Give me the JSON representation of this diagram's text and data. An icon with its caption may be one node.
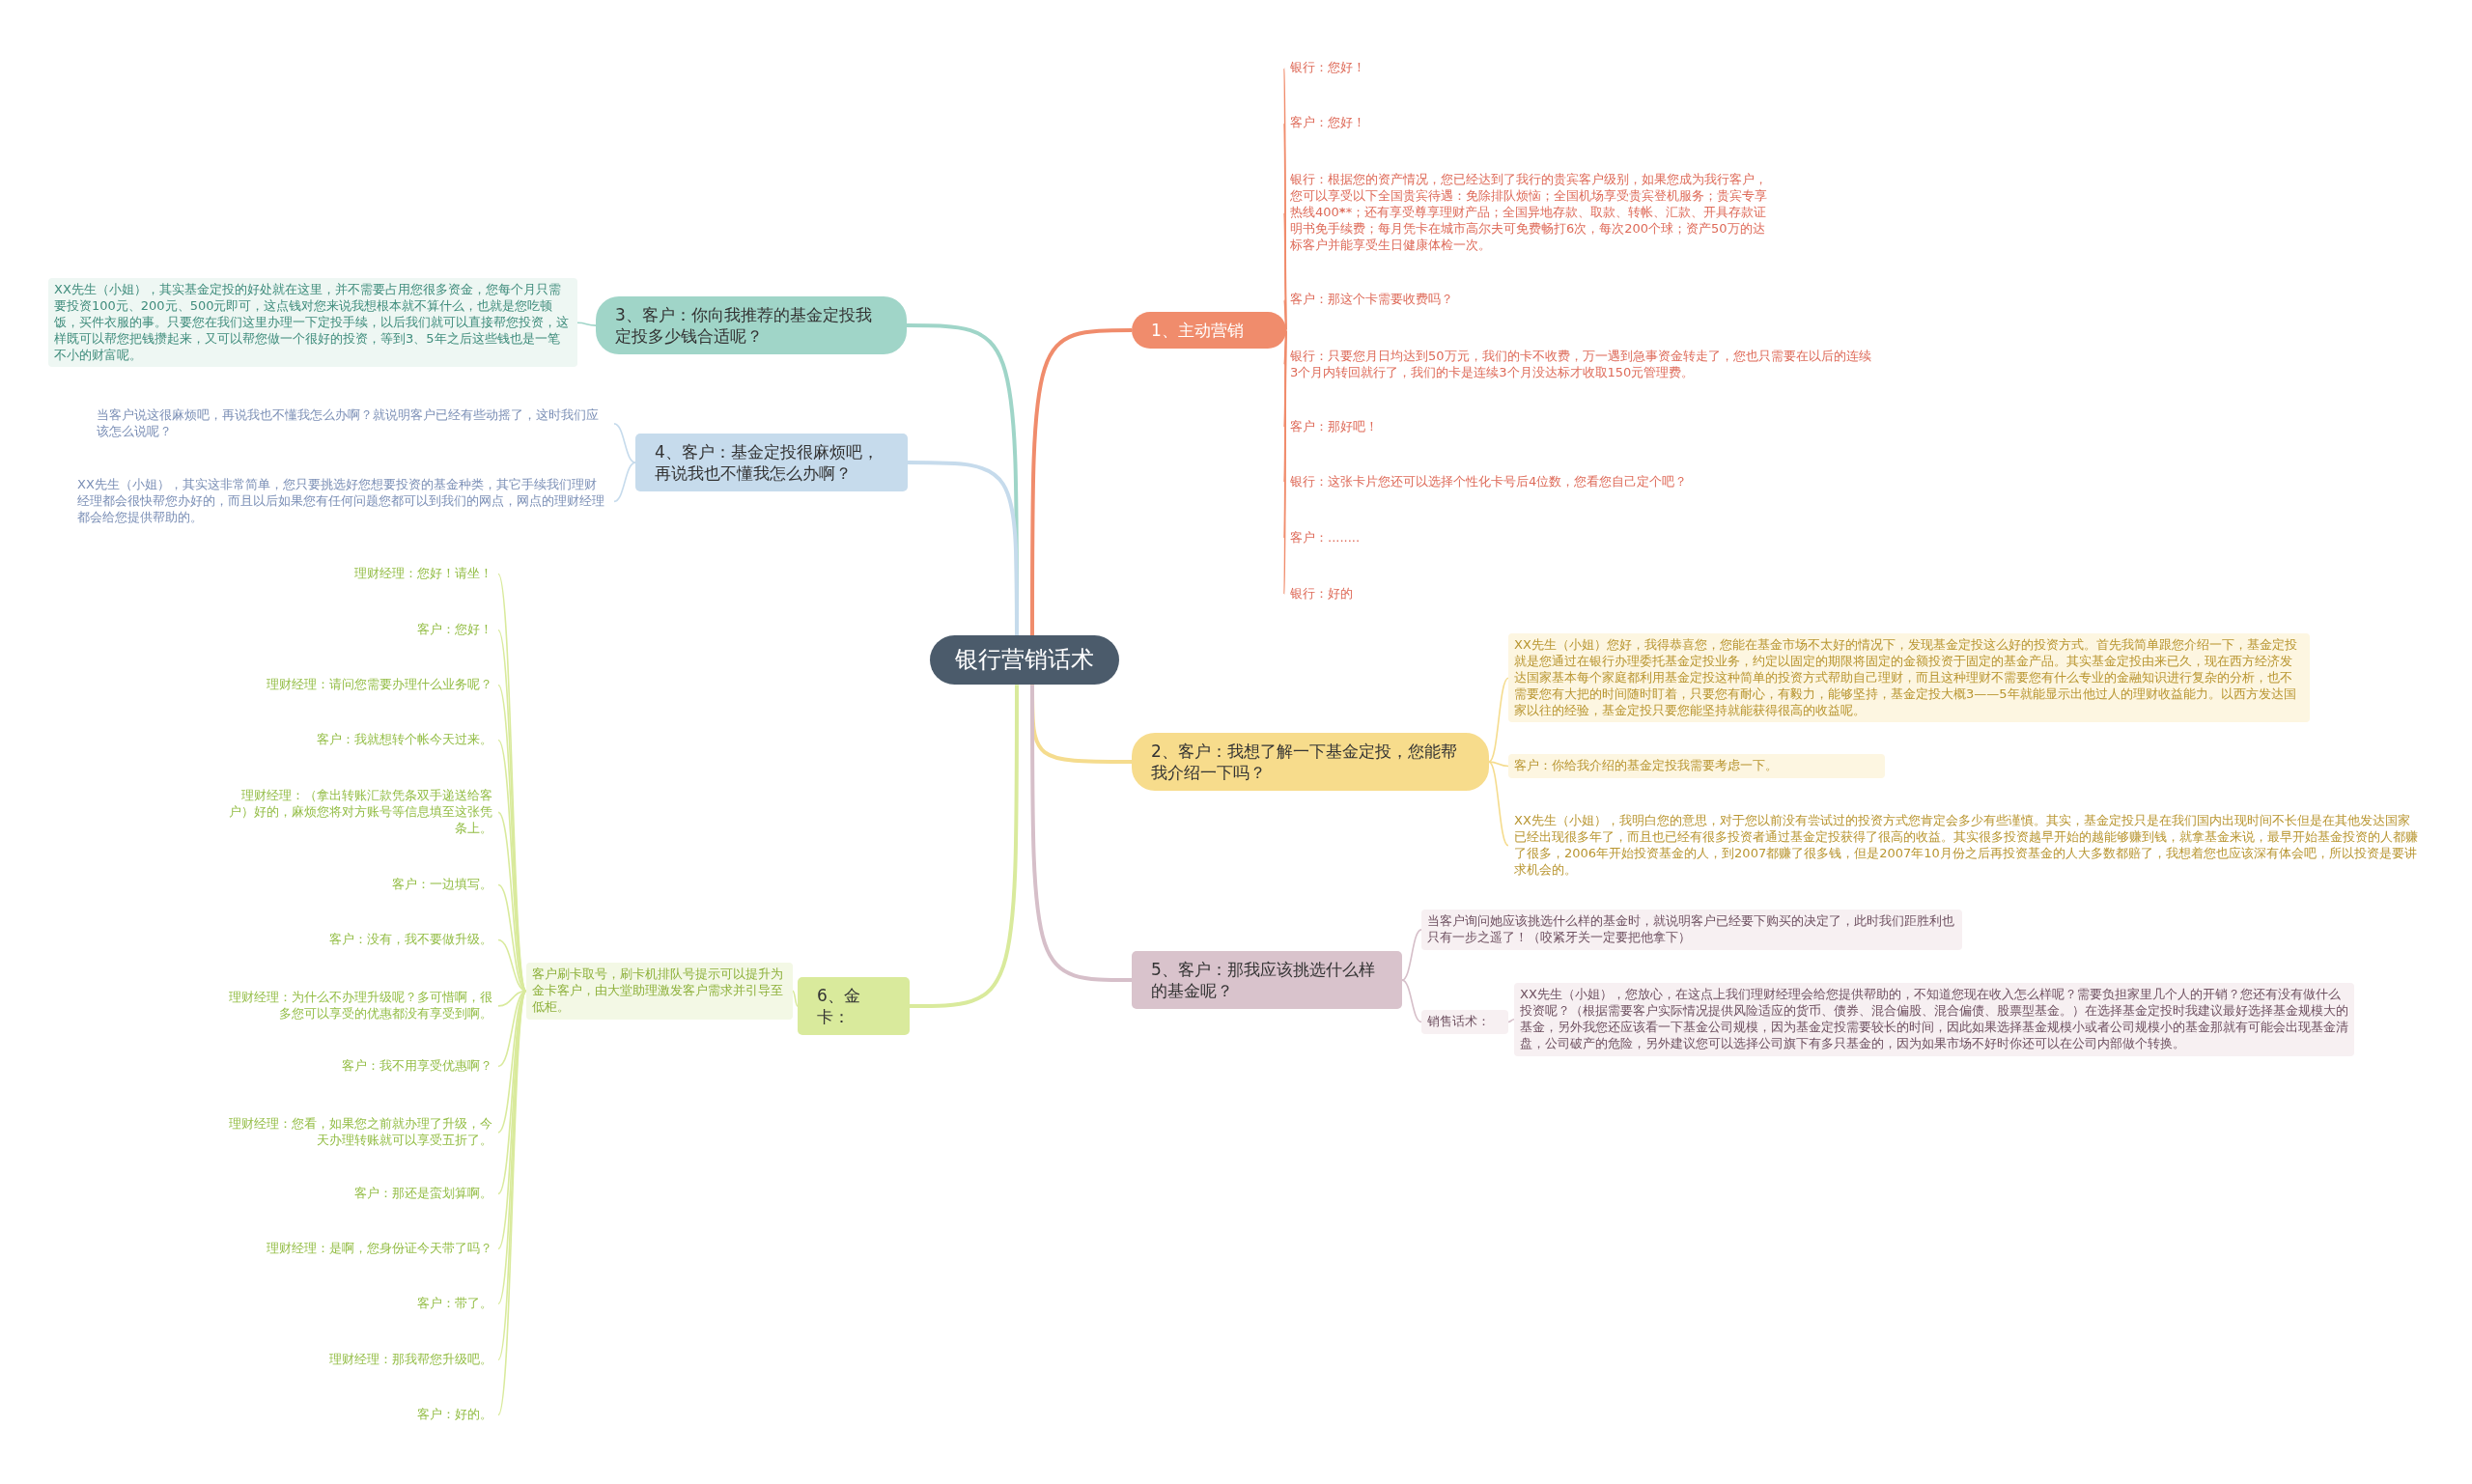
{
  "diagram": {
    "nodes": [
      {
        "text": [
          "银行营销话术"
        ]
      },
      {
        "text": [
          "1、主动营销"
        ]
      },
      {
        "text": [
          "银行：您好！"
        ]
      },
      {
        "text": [
          "客户：您好！"
        ]
      },
      {
        "text": [
          "银行：根据您的资产情况，您已经达到了我行的贵宾客户级别，如果您成为我行客户，您可以享受以下全国贵宾待遇：免除排队烦恼；全国机场享受贵宾登机服务；贵宾专享热线400******；还有享受尊享理财产品；全国异地存款、取款、转帐、汇款、开具存款证明书免手续费；每月凭卡在城市高尔夫可免费畅打6次，每次200个球；资产50万的达标客户并能享受生日健康体检一次。"
        ]
      },
      {
        "text": [
          "客户：那这个卡需要收费吗？"
        ]
      },
      {
        "text": [
          "银行：只要您月日均达到50万元，我们的卡不收费，万一遇到急事资金转走了，您也只需要在以后的连续3个月内转回就行了，我们的卡是连续3个月没达标才收取150元管理费。"
        ]
      },
      {
        "text": [
          "客户：那好吧！"
        ]
      },
      {
        "text": [
          "银行：这张卡片您还可以选择个性化卡号后4位数，您看您自己定个吧？"
        ]
      },
      {
        "text": [
          "客户：........"
        ]
      },
      {
        "text": [
          "银行：好的"
        ]
      },
      {
        "text": [
          "2、客户：我想了解一下基金定投，您能帮我介绍一下吗？"
        ]
      },
      {
        "text": [
          "XX先生（小姐）您好，我得恭喜您，您能在基金市场不太好的情况下，发现基金定投这么好的投资方式。首先我简单跟您介绍一下，基金定投就是您通过在银行办理委托基金定投业务，约定以固定的期限将固定的金额投资于固定的基金产品。其实基金定投由来已久，现在西方经济发达国家基本每个家庭都利用基金定投这种简单的投资方式帮助自己理财，而且这种理财不需要您有什么专业的金融知识进行复杂的分析，也不需要您有大把的时间随时盯着，只要您有耐心，有毅力，能够坚持，基金定投大概3——5年就能显示出他过人的理财收益能力。以西方发达国家以往的经验，基金定投只要您能坚持就能获得很高的收益呢。"
        ]
      },
      {
        "text": [
          "客户：你给我介绍的基金定投我需要考虑一下。"
        ]
      },
      {
        "text": [
          "XX先生（小姐），我明白您的意思，对于您以前没有尝试过的投资方式您肯定会多少有些谨慎。其实，基金定投只是在我们国内出现时间不长但是在其他发达国家已经出现很多年了，而且也已经有很多投资者通过基金定投获得了很高的收益。其实很多投资越早开始的越能够赚到钱，就拿基金来说，最早开始基金投资的人都赚了很多，2006年开始投资基金的人，到2007都赚了很多钱，但是2007年10月份之后再投资基金的人大多数都赔了，我想着您也应该深有体会吧，所以投资是要讲求机会的。"
        ]
      },
      {
        "text": [
          "5、客户：那我应该挑选什么样的基金呢？"
        ]
      },
      {
        "text": [
          "当客户询问她应该挑选什么样的基金时，就说明客户已经要下购买的决定了，此时我们距胜利也只有一步之遥了！（咬紧牙关一定要把他拿下）"
        ]
      },
      {
        "text": [
          "销售话术："
        ]
      },
      {
        "text": [
          "XX先生（小姐），您放心，在这点上我们理财经理会给您提供帮助的，不知道您现在收入怎么样呢？需要负担家里几个人的开销？您还有没有做什么投资呢？（根据需要客户实际情况提供风险适应的货币、债券、混合偏股、混合偏债、股票型基金。）在选择基金定投时我建议最好选择基金规模大的基金，另外我您还应该看一下基金公司规模，因为基金定投需要较长的时间，因此如果选择基金规模小或者公司规模小的基金那就有可能会出现基金清盘，公司破产的危险，另外建议您可以选择公司旗下有多只基金的，因为如果市场不好时你还可以在公司内部做个转换。"
        ]
      },
      {
        "text": [
          "3、客户：你向我推荐的基金定投我定投多少钱合适呢？"
        ]
      },
      {
        "text": [
          "XX先生（小姐），其实基金定投的好处就在这里，并不需要占用您很多资金，您每个月只需要投资100元、200元、500元即可，这点钱对您来说我想根本就不算什么，也就是您吃顿饭，买件衣服的事。只要您在我们这里办理一下定投手续，以后我们就可以直接帮您投资，这样既可以帮您把钱攒起来，又可以帮您做一个很好的投资，等到3、5年之后这些钱也是一笔不小的财富呢。"
        ]
      },
      {
        "text": [
          "4、客户：基金定投很麻烦吧，再说我也不懂我怎么办啊？"
        ]
      },
      {
        "text": [
          "当客户说这很麻烦吧，再说我也不懂我怎么办啊？就说明客户已经有些动摇了，这时我们应该怎么说呢？"
        ]
      },
      {
        "text": [
          "XX先生（小姐），其实这非常简单，您只要挑选好您想要投资的基金种类，其它手续我们理财经理都会很快帮您办好的，而且以后如果您有任何问题您都可以到我们的网点，网点的理财经理都会给您提供帮助的。"
        ]
      },
      {
        "text": [
          "6、金卡："
        ]
      },
      {
        "text": [
          "客户刷卡取号，刷卡机排队号提示可以提升为金卡客户，由大堂助理激发客户需求并引导至低柜。"
        ]
      },
      {
        "text": [
          "理财经理：您好！请坐！"
        ]
      },
      {
        "text": [
          "客户：您好！"
        ]
      },
      {
        "text": [
          "理财经理：请问您需要办理什么业务呢？"
        ]
      },
      {
        "text": [
          "客户：我就想转个帐今天过来。"
        ]
      },
      {
        "text": [
          "理财经理：（拿出转账汇款凭条双手递送给客户）好的，麻烦您将对方账号等信息填至这张凭条上。"
        ]
      },
      {
        "text": [
          "客户：一边填写。"
        ]
      },
      {
        "text": [
          "客户：没有，我不要做升级。"
        ]
      },
      {
        "text": [
          "理财经理：为什么不办理升级呢？多可惜啊，很多您可以享受的优惠都没有享受到啊。"
        ]
      },
      {
        "text": [
          "客户：我不用享受优惠啊？"
        ]
      },
      {
        "text": [
          "理财经理：您看，如果您之前就办理了升级，今天办理转账就可以享受五折了。"
        ]
      },
      {
        "text": [
          "客户：那还是蛮划算啊。"
        ]
      },
      {
        "text": [
          "理财经理：是啊，您身份证今天带了吗？"
        ]
      },
      {
        "text": [
          "客户：带了。"
        ]
      },
      {
        "text": [
          "理财经理：那我帮您升级吧。"
        ]
      },
      {
        "text": [
          "客户：好的。"
        ]
      }
    ],
    "edges": [
      {
        "from": 0,
        "to": 1,
        "arrow": "none",
        "color": "#f08c6c"
      },
      {
        "from": 1,
        "to": 2,
        "arrow": "none",
        "color": "#f08c6c"
      },
      {
        "from": 1,
        "to": 3,
        "arrow": "none",
        "color": "#f08c6c"
      },
      {
        "from": 1,
        "to": 4,
        "arrow": "none",
        "color": "#f08c6c"
      },
      {
        "from": 1,
        "to": 5,
        "arrow": "none",
        "color": "#f08c6c"
      },
      {
        "from": 1,
        "to": 6,
        "arrow": "none",
        "color": "#f08c6c"
      },
      {
        "from": 1,
        "to": 7,
        "arrow": "none",
        "color": "#f08c6c"
      },
      {
        "from": 1,
        "to": 8,
        "arrow": "none",
        "color": "#f08c6c"
      },
      {
        "from": 1,
        "to": 9,
        "arrow": "none",
        "color": "#f08c6c"
      },
      {
        "from": 1,
        "to": 10,
        "arrow": "none",
        "color": "#f08c6c"
      },
      {
        "from": 0,
        "to": 11,
        "arrow": "none",
        "color": "#f5dc8e"
      },
      {
        "from": 11,
        "to": 12,
        "arrow": "none",
        "color": "#f5dc8e"
      },
      {
        "from": 11,
        "to": 13,
        "arrow": "none",
        "color": "#f5dc8e"
      },
      {
        "from": 11,
        "to": 14,
        "arrow": "none",
        "color": "#f5dc8e"
      },
      {
        "from": 0,
        "to": 15,
        "arrow": "none",
        "color": "#d6bfc9"
      },
      {
        "from": 15,
        "to": 16,
        "arrow": "none",
        "color": "#d6bfc9"
      },
      {
        "from": 15,
        "to": 17,
        "arrow": "none",
        "color": "#d6bfc9"
      },
      {
        "from": 17,
        "to": 18,
        "arrow": "none",
        "color": "#d6bfc9"
      },
      {
        "from": 0,
        "to": 19,
        "arrow": "none",
        "color": "#9fd5c8"
      },
      {
        "from": 19,
        "to": 20,
        "arrow": "none",
        "color": "#9fd5c8"
      },
      {
        "from": 0,
        "to": 21,
        "arrow": "none",
        "color": "#c6dbec"
      },
      {
        "from": 21,
        "to": 22,
        "arrow": "none",
        "color": "#c6dbec"
      },
      {
        "from": 21,
        "to": 23,
        "arrow": "none",
        "color": "#c6dbec"
      },
      {
        "from": 0,
        "to": 24,
        "arrow": "none",
        "color": "#d9ea9c"
      },
      {
        "from": 24,
        "to": 25,
        "arrow": "none",
        "color": "#d9ea9c"
      },
      {
        "from": 25,
        "to": 26,
        "arrow": "none",
        "color": "#d9ea9c"
      },
      {
        "from": 25,
        "to": 27,
        "arrow": "none",
        "color": "#d9ea9c"
      },
      {
        "from": 25,
        "to": 28,
        "arrow": "none",
        "color": "#d9ea9c"
      },
      {
        "from": 25,
        "to": 29,
        "arrow": "none",
        "color": "#d9ea9c"
      },
      {
        "from": 25,
        "to": 30,
        "arrow": "none",
        "color": "#d9ea9c"
      },
      {
        "from": 25,
        "to": 31,
        "arrow": "none",
        "color": "#d9ea9c"
      },
      {
        "from": 25,
        "to": 32,
        "arrow": "none",
        "color": "#d9ea9c"
      },
      {
        "from": 25,
        "to": 33,
        "arrow": "none",
        "color": "#d9ea9c"
      },
      {
        "from": 25,
        "to": 34,
        "arrow": "none",
        "color": "#d9ea9c"
      },
      {
        "from": 25,
        "to": 35,
        "arrow": "none",
        "color": "#d9ea9c"
      },
      {
        "from": 25,
        "to": 36,
        "arrow": "none",
        "color": "#d9ea9c"
      },
      {
        "from": 25,
        "to": 37,
        "arrow": "none",
        "color": "#d9ea9c"
      },
      {
        "from": 25,
        "to": 38,
        "arrow": "none",
        "color": "#d9ea9c"
      },
      {
        "from": 25,
        "to": 39,
        "arrow": "none",
        "color": "#d9ea9c"
      },
      {
        "from": 25,
        "to": 40,
        "arrow": "none",
        "color": "#d9ea9c"
      }
    ]
  }
}
